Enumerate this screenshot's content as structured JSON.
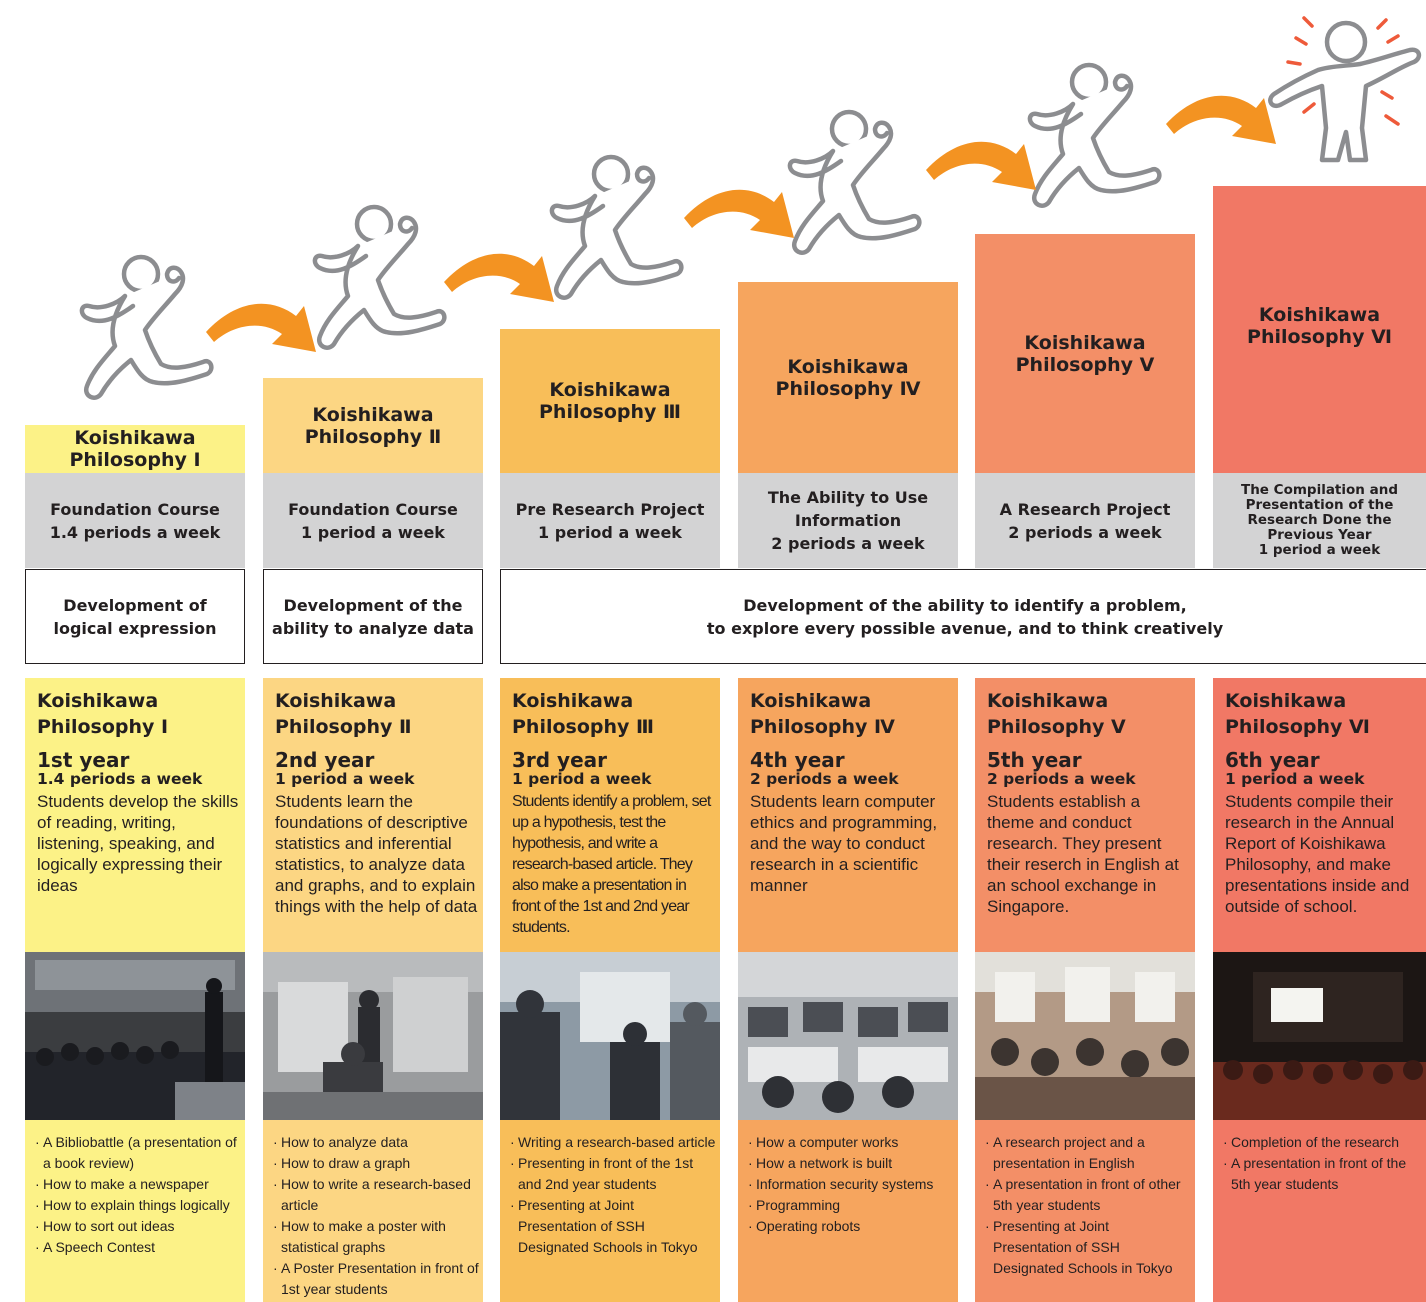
{
  "steps": [
    {
      "title": "Koishikawa\nPhilosophy Ⅰ",
      "course": "Foundation Course\n1.4 periods a week",
      "color": "#fcf287"
    },
    {
      "title": "Koishikawa\nPhilosophy Ⅱ",
      "course": "Foundation Course\n1 period a week",
      "color": "#fcd683"
    },
    {
      "title": "Koishikawa\nPhilosophy Ⅲ",
      "course": "Pre Research Project\n1 period a week",
      "color": "#f8be59"
    },
    {
      "title": "Koishikawa\nPhilosophy Ⅳ",
      "course": "The Ability to Use\nInformation\n2 periods a week",
      "color": "#f6a55e"
    },
    {
      "title": "Koishikawa\nPhilosophy Ⅴ",
      "course": "A Research Project\n2 periods a week",
      "color": "#f38f67"
    },
    {
      "title": "Koishikawa\nPhilosophy Ⅵ",
      "course": "The Compilation and\nPresentation of the\nResearch Done the\nPrevious Year\n1 period a week",
      "color": "#f17865"
    }
  ],
  "development": [
    "Development of\nlogical expression",
    "Development of the\nability to analyze data",
    "Development of the ability to identify a problem,\nto explore every possible avenue, and to think creatively"
  ],
  "columns": [
    {
      "title": "Koishikawa\nPhilosophy Ⅰ",
      "year": "1st year",
      "periods": "1.4 periods a week",
      "description": "Students develop the skills of reading, writing, listening, speaking, and logically expressing their ideas",
      "photo": "assembly-hall-photo",
      "bullets": [
        "A Bibliobattle (a presentation of a book review)",
        "How to make a newspaper",
        "How to explain things logically",
        "How to sort out ideas",
        "A Speech Contest"
      ]
    },
    {
      "title": "Koishikawa\nPhilosophy Ⅱ",
      "year": "2nd year",
      "periods": "1 period a week",
      "description": "Students learn the foundations of descriptive statistics and inferential statistics, to analyze data and graphs, and to explain things with the help of data",
      "photo": "poster-presentation-photo",
      "bullets": [
        "How to analyze data",
        "How to draw a graph",
        "How to write a research-based article",
        "How to make a poster with statistical graphs",
        "A Poster Presentation in front of 1st  year students"
      ]
    },
    {
      "title": "Koishikawa\nPhilosophy Ⅲ",
      "year": "3rd year",
      "periods": "1 period a week",
      "description": "Students identify a problem, set up a hypothesis, test the hypothesis, and write a research-based article. They also make a presentation in front of the 1st and 2nd year students.",
      "photo": "students-presentation-photo",
      "bullets": [
        "Writing a research-based article",
        "Presenting in front of the 1st and 2nd year students",
        "Presenting  at Joint Presentation of SSH Designated Schools in Tokyo"
      ]
    },
    {
      "title": "Koishikawa\nPhilosophy Ⅳ",
      "year": "4th year",
      "periods": "2 periods a week",
      "description": "Students learn computer ethics and programming, and the way to conduct research in a scientific manner",
      "photo": "computer-room-photo",
      "bullets": [
        "How a computer works",
        "How a network is built",
        "Information security systems",
        "Programming",
        "Operating robots"
      ]
    },
    {
      "title": "Koishikawa\nPhilosophy Ⅴ",
      "year": "5th year",
      "periods": "2 periods a week",
      "description": "Students establish a theme and conduct research.  They present their reserch in English at an school exchange  in Singapore.",
      "photo": "research-fair-photo",
      "bullets": [
        "A research project and a presentation in English",
        "A presentation in front of other 5th year students",
        "Presenting at Joint Presentation of SSH Designated Schools in Tokyo"
      ]
    },
    {
      "title": "Koishikawa\nPhilosophy Ⅵ",
      "year": "6th year",
      "periods": "1 period a week",
      "description": "Students compile their research in the Annual Report of Koishikawa Philosophy, and make presentations inside and outside of school.",
      "photo": "auditorium-presentation-photo",
      "bullets": [
        "Completion of the research",
        "A presentation in front of the 5th year students"
      ]
    }
  ],
  "colors": {
    "col1": "#fcf287",
    "col2": "#fcd683",
    "col3": "#f8be59",
    "col4": "#f6a55e",
    "col5": "#f38f67",
    "col6": "#f17865",
    "arrow": "#f39322",
    "figure_stroke": "#8c8d90",
    "course_grey": "#d3d3d4"
  },
  "icons": [
    "walking-figure-icon",
    "curved-arrow-icon",
    "celebrating-figure-icon"
  ]
}
